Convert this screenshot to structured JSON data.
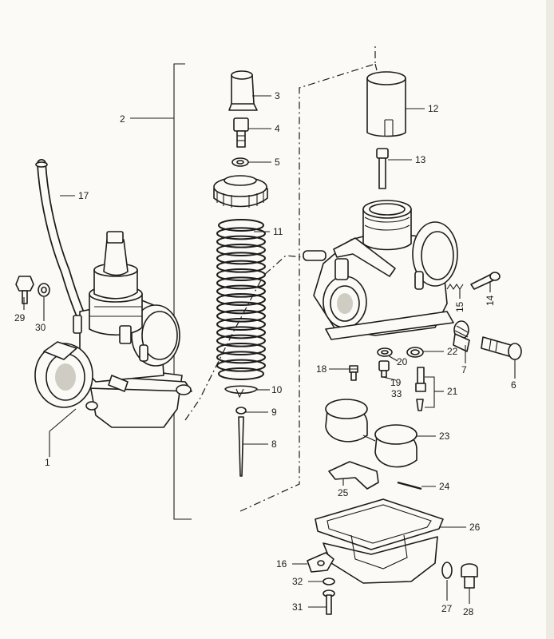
{
  "callouts": [
    "1",
    "2",
    "3",
    "4",
    "5",
    "6",
    "7",
    "8",
    "9",
    "10",
    "11",
    "12",
    "13",
    "14",
    "15",
    "16",
    "17",
    "18",
    "19",
    "20",
    "21",
    "22",
    "23",
    "24",
    "25",
    "26",
    "27",
    "28",
    "29",
    "30",
    "31",
    "32",
    "33"
  ],
  "colors": {
    "ink": "#1c1c1c",
    "paper": "#fbfaf6",
    "shade": "#cfccc4"
  }
}
